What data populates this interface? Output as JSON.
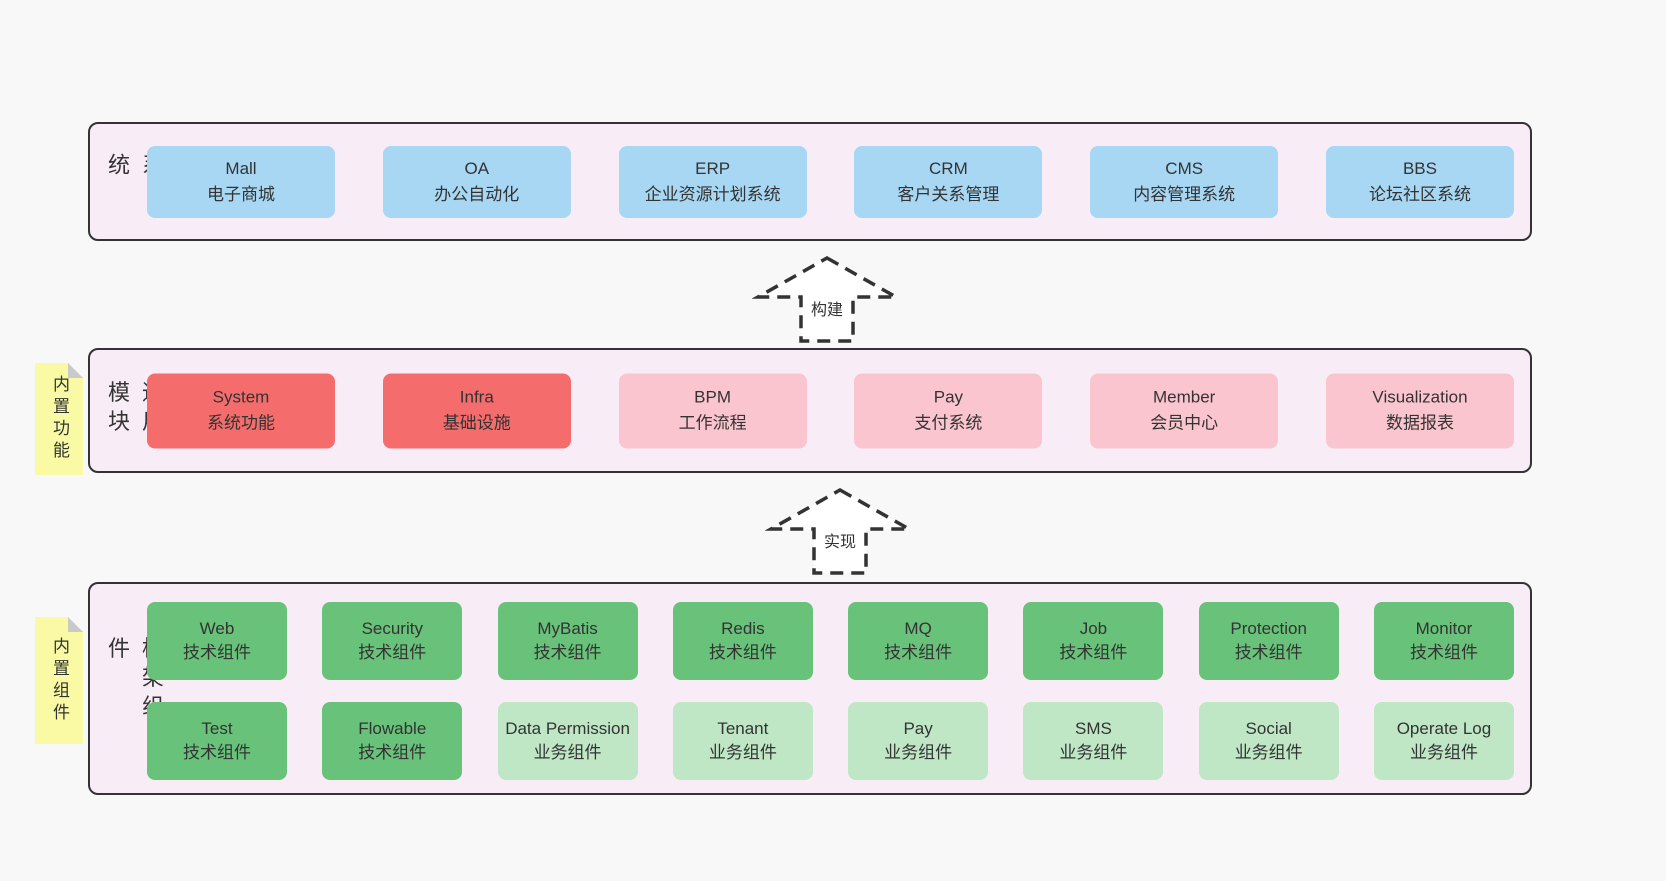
{
  "colors": {
    "page_bg": "#f8f8f8",
    "panel_bg": "#f8edf6",
    "panel_border": "#333333",
    "box_blue": "#a7d7f3",
    "box_red": "#f56c6c",
    "box_pink": "#fac5ce",
    "box_green_dark": "#68c27a",
    "box_green_light": "#bfe7c5",
    "sticky_yellow": "#fafaa5",
    "text": "#333333"
  },
  "arrows": [
    {
      "label": "构建"
    },
    {
      "label": "实现"
    }
  ],
  "panels": [
    {
      "side_label": "业务系统",
      "boxes": [
        {
          "name": "Mall",
          "desc": "电子商城"
        },
        {
          "name": "OA",
          "desc": "办公自动化"
        },
        {
          "name": "ERP",
          "desc": "企业资源计划系统"
        },
        {
          "name": "CRM",
          "desc": "客户关系管理"
        },
        {
          "name": "CMS",
          "desc": "内容管理系统"
        },
        {
          "name": "BBS",
          "desc": "论坛社区系统"
        }
      ]
    },
    {
      "side_label": "通用模块",
      "sticky": "内置功能",
      "boxes": [
        {
          "name": "System",
          "desc": "系统功能"
        },
        {
          "name": "Infra",
          "desc": "基础设施"
        },
        {
          "name": "BPM",
          "desc": "工作流程"
        },
        {
          "name": "Pay",
          "desc": "支付系统"
        },
        {
          "name": "Member",
          "desc": "会员中心"
        },
        {
          "name": "Visualization",
          "desc": "数据报表"
        }
      ]
    },
    {
      "side_label": "框架组件",
      "sticky": "内置组件",
      "row1": [
        {
          "name": "Web",
          "desc": "技术组件"
        },
        {
          "name": "Security",
          "desc": "技术组件"
        },
        {
          "name": "MyBatis",
          "desc": "技术组件"
        },
        {
          "name": "Redis",
          "desc": "技术组件"
        },
        {
          "name": "MQ",
          "desc": "技术组件"
        },
        {
          "name": "Job",
          "desc": "技术组件"
        },
        {
          "name": "Protection",
          "desc": "技术组件"
        },
        {
          "name": "Monitor",
          "desc": "技术组件"
        }
      ],
      "row2": [
        {
          "name": "Test",
          "desc": "技术组件"
        },
        {
          "name": "Flowable",
          "desc": "技术组件"
        },
        {
          "name": "Data Permission",
          "desc": "业务组件"
        },
        {
          "name": "Tenant",
          "desc": "业务组件"
        },
        {
          "name": "Pay",
          "desc": "业务组件"
        },
        {
          "name": "SMS",
          "desc": "业务组件"
        },
        {
          "name": "Social",
          "desc": "业务组件"
        },
        {
          "name": "Operate Log",
          "desc": "业务组件"
        }
      ]
    }
  ]
}
